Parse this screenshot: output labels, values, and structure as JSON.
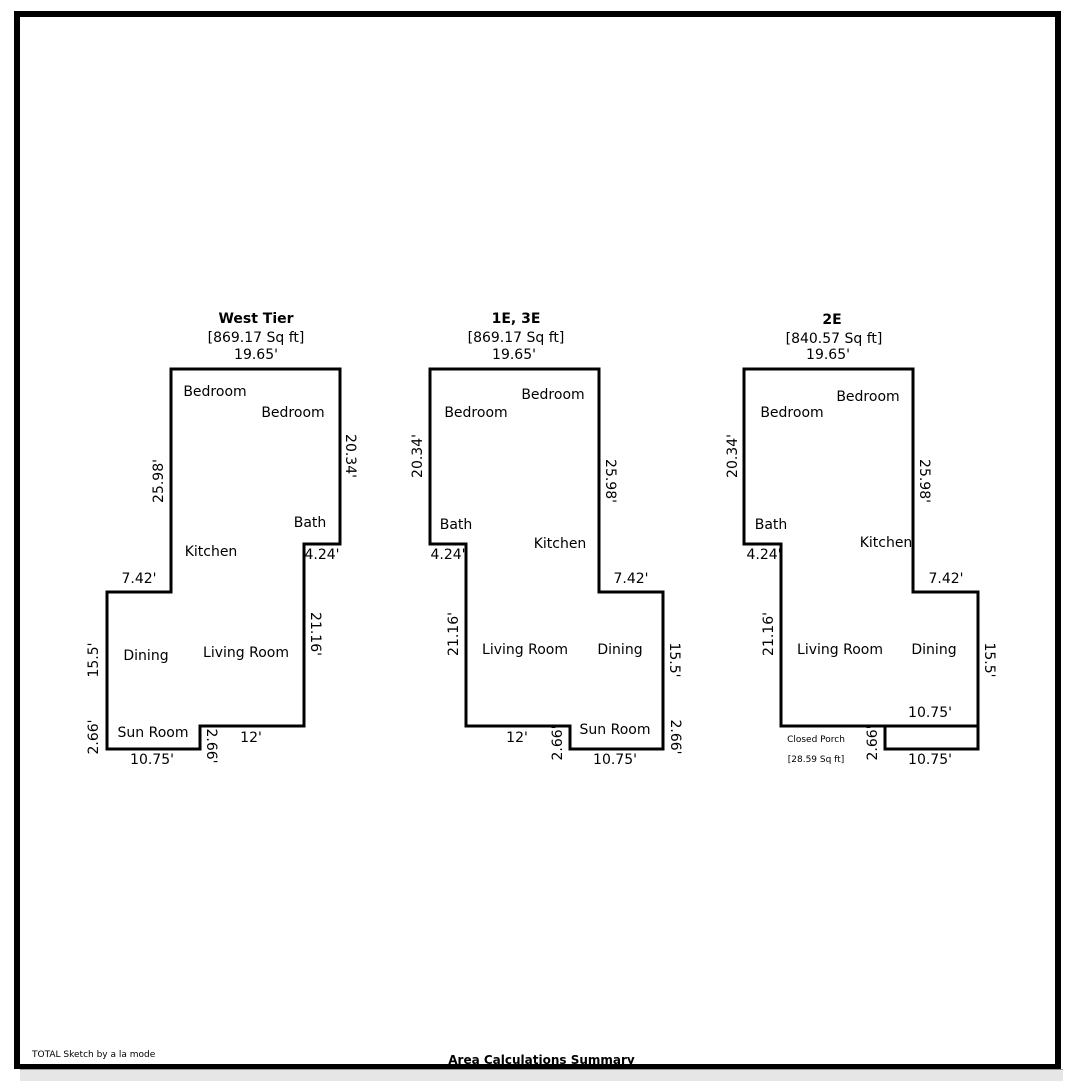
{
  "sketches": [
    {
      "title": "West Tier",
      "area": "[869.17 Sq ft]",
      "rooms": [
        "Bedroom",
        "Bedroom",
        "Bath",
        "Kitchen",
        "Dining",
        "Living Room",
        "Sun Room"
      ],
      "dimensions": [
        "19.65'",
        "25.98'",
        "20.34'",
        "4.24'",
        "7.42'",
        "21.16'",
        "15.5'",
        "2.66'",
        "10.75'",
        "2.66'",
        "12'"
      ]
    },
    {
      "title": "1E, 3E",
      "area": "[869.17 Sq ft]",
      "rooms": [
        "Bedroom",
        "Bedroom",
        "Bath",
        "Kitchen",
        "Living Room",
        "Dining",
        "Sun Room"
      ],
      "dimensions": [
        "19.65'",
        "20.34'",
        "25.98'",
        "4.24'",
        "7.42'",
        "21.16'",
        "15.5'",
        "12'",
        "2.66'",
        "2.66'",
        "10.75'"
      ]
    },
    {
      "title": "2E",
      "area": "[840.57 Sq ft]",
      "rooms": [
        "Bedroom",
        "Bedroom",
        "Bath",
        "Kitchen",
        "Living Room",
        "Dining"
      ],
      "dimensions": [
        "19.65'",
        "20.34'",
        "25.98'",
        "4.24'",
        "7.42'",
        "21.16'",
        "15.5'",
        "10.75'",
        "2.66'",
        "10.75'"
      ],
      "porch": {
        "label": "Closed Porch",
        "area": "[28.59 Sq ft]"
      }
    }
  ],
  "footer": {
    "software": "TOTAL Sketch by a la mode",
    "summary_title": "Area Calculations Summary"
  }
}
